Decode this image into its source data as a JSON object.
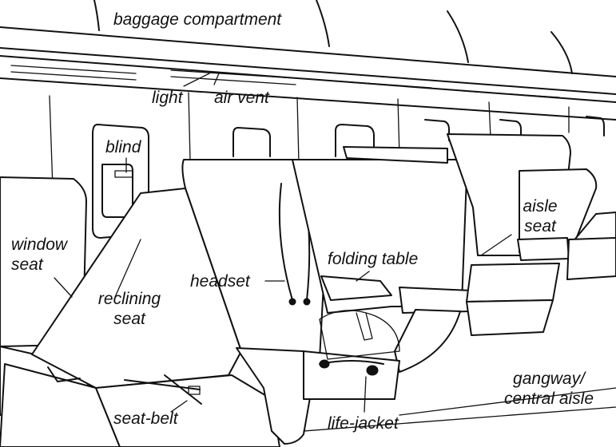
{
  "labels": {
    "baggage_compartment": "baggage compartment",
    "light": "light",
    "air_vent": "air vent",
    "blind": "blind",
    "window_seat_1": "window",
    "window_seat_2": "seat",
    "reclining_seat_1": "reclining",
    "reclining_seat_2": "seat",
    "headset": "headset",
    "folding_table": "folding table",
    "aisle_seat_1": "aisle",
    "aisle_seat_2": "seat",
    "gangway_1": "gangway/",
    "gangway_2": "central aisle",
    "seat_belt": "seat-belt",
    "life_jacket": "life-jacket"
  },
  "colors": {
    "ink": "#111111",
    "paper": "#ffffff"
  }
}
